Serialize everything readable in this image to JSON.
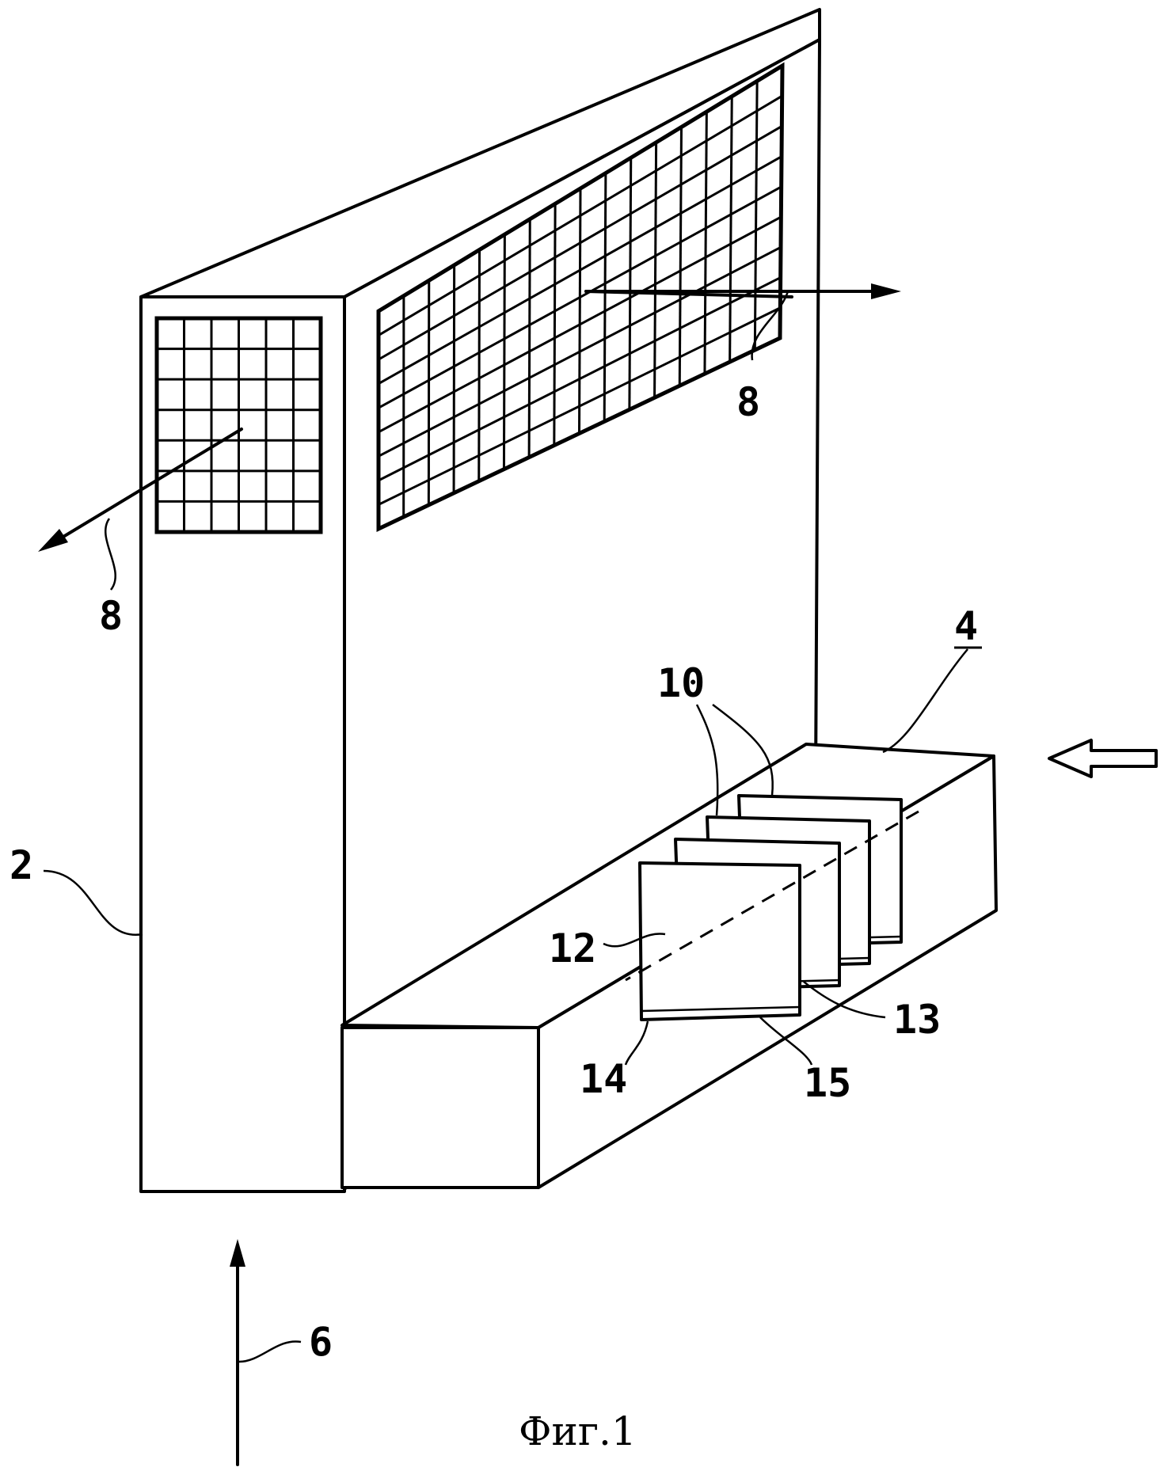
{
  "figure": {
    "caption": "Фиг.1",
    "labels": {
      "housing": "2",
      "duct": "4",
      "inflow_arrow": "6",
      "outflow_left": "8",
      "outflow_right": "8",
      "filter_group": "10",
      "filter_front": "12",
      "element_13": "13",
      "element_14": "14",
      "element_15": "15"
    }
  }
}
